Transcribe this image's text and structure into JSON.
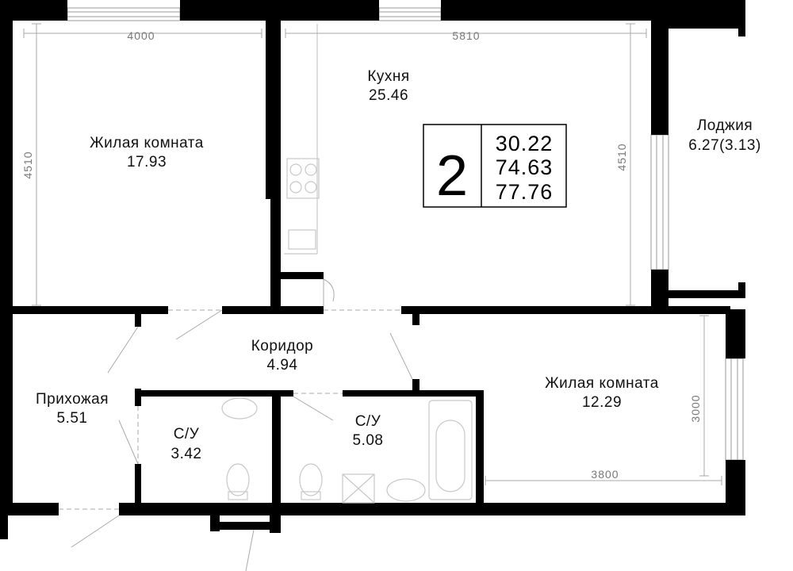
{
  "rooms": {
    "living1": {
      "name": "Жилая комната",
      "area": "17.93"
    },
    "kitchen": {
      "name": "Кухня",
      "area": "25.46"
    },
    "loggia": {
      "name": "Лоджия",
      "area": "6.27(3.13)"
    },
    "corridor": {
      "name": "Коридор",
      "area": "4.94"
    },
    "hallway": {
      "name": "Прихожая",
      "area": "5.51"
    },
    "bath1": {
      "name": "С/У",
      "area": "3.42"
    },
    "bath2": {
      "name": "С/У",
      "area": "5.08"
    },
    "living2": {
      "name": "Жилая комната",
      "area": "12.29"
    }
  },
  "dimensions": {
    "living1_width": "4000",
    "living1_height": "4510",
    "kitchen_width": "5810",
    "kitchen_height": "4510",
    "living2_width": "3800",
    "living2_height": "3000"
  },
  "badge": {
    "rooms_count": "2",
    "living_area": "30.22",
    "total_area": "74.63",
    "total_area_with_loggia": "77.76"
  }
}
